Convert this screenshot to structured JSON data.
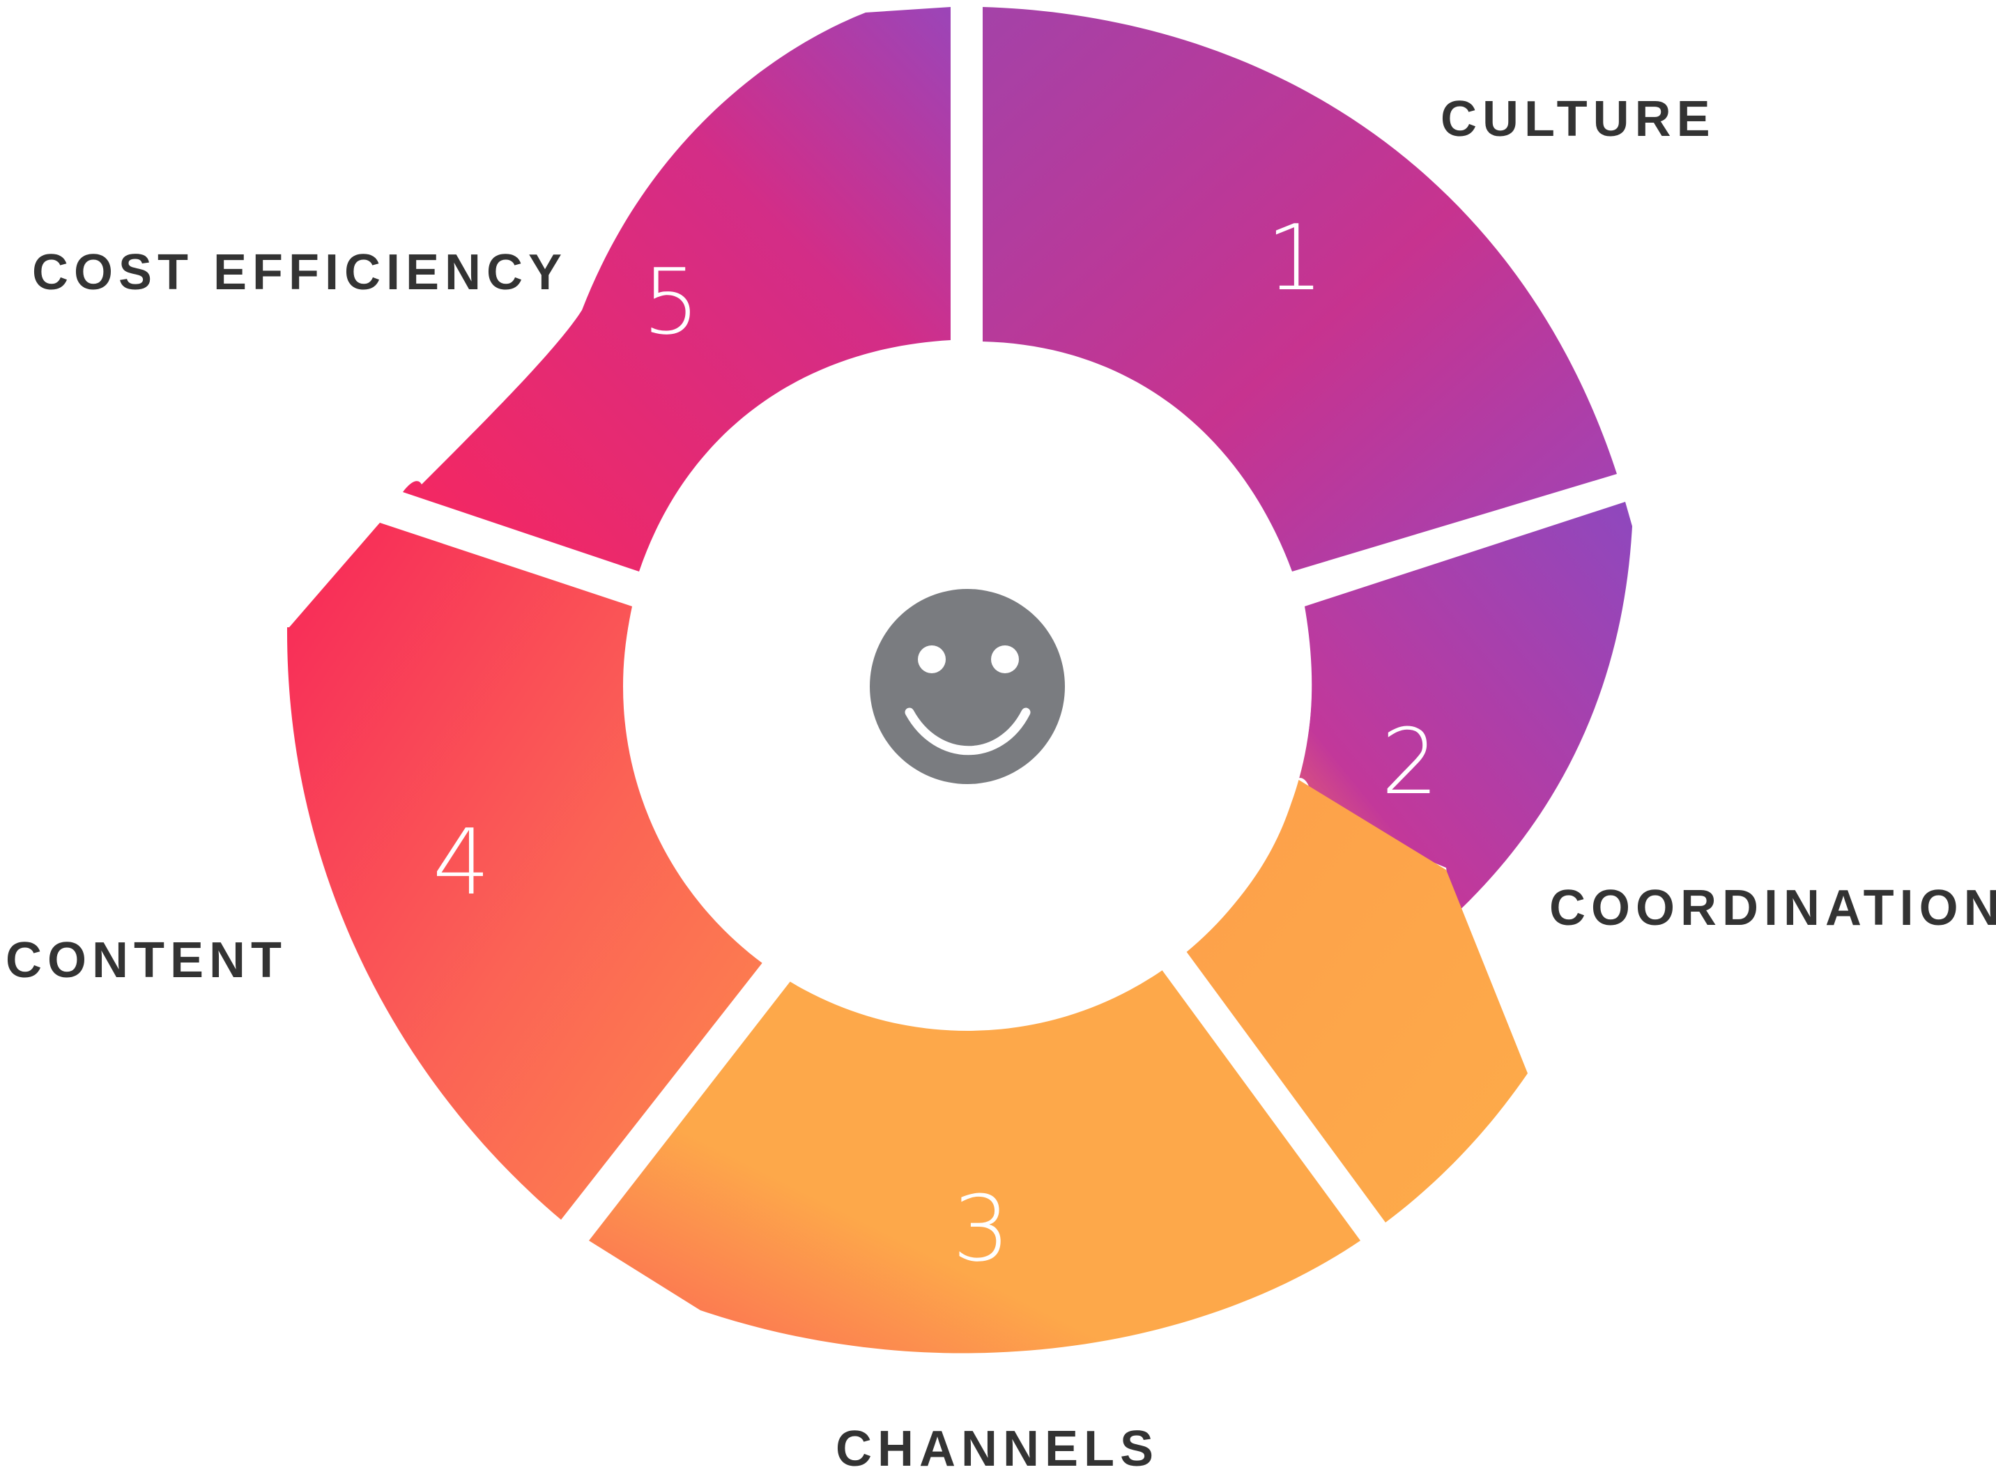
{
  "segments": [
    {
      "number": "1",
      "label": "CULTURE"
    },
    {
      "number": "2",
      "label": "COORDINATION"
    },
    {
      "number": "3",
      "label": "CHANNELS"
    },
    {
      "number": "4",
      "label": "CONTENT"
    },
    {
      "number": "5",
      "label": "COST EFFICIENCY"
    }
  ],
  "colors": {
    "purple": "#9d45b8",
    "magenta": "#d6267f",
    "pink": "#f7275e",
    "coral": "#fb6a55",
    "orange": "#fda84a",
    "face": "#7a7c80",
    "label": "#333333"
  },
  "center_icon": "smiley-face-icon"
}
